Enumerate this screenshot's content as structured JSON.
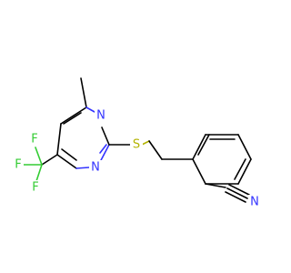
{
  "colors": {
    "bond": "#000000",
    "nitrogen": "#3333ff",
    "fluorine": "#33cc33",
    "sulfur": "#b3b300",
    "background": "#ffffff"
  },
  "atoms": {
    "n_ring_top": "N",
    "n_ring_bottom": "N",
    "s_thioether": "S",
    "f_top": "F",
    "f_left": "F",
    "f_bottom": "F",
    "n_nitrile": "N"
  }
}
